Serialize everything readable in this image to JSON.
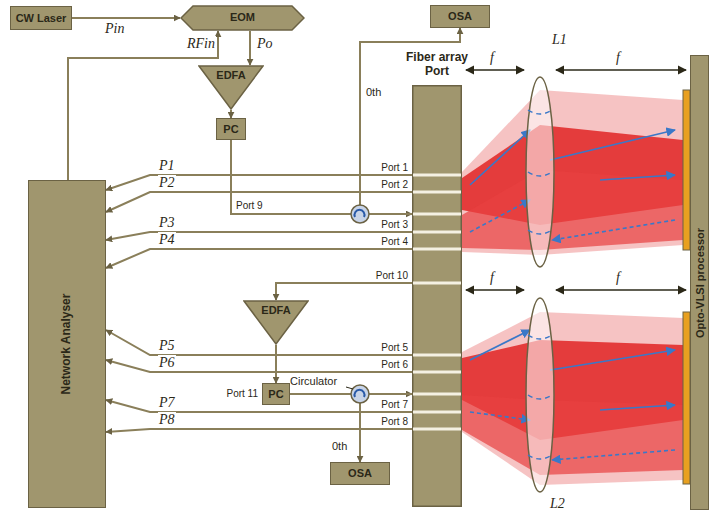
{
  "diagram": {
    "nodes": [
      {
        "text": [
          "CW Laser"
        ]
      },
      {
        "text": [
          "EOM"
        ]
      },
      {
        "text": [
          "OSA"
        ]
      },
      {
        "text": [
          "EDFA"
        ]
      },
      {
        "text": [
          "PC"
        ]
      },
      {
        "text": [
          "Network Analyser"
        ]
      },
      {
        "text": [
          "Fiber array Port"
        ]
      },
      {
        "text": [
          "Opto-VLSI processor"
        ]
      },
      {
        "text": [
          "EDFA"
        ]
      },
      {
        "text": [
          "PC"
        ]
      },
      {
        "text": [
          "OSA"
        ]
      }
    ],
    "edges": [
      {
        "from": 0,
        "to": 1,
        "arrow": "to",
        "label": "Pin"
      },
      {
        "from": 5,
        "to": 1,
        "arrow": "to",
        "label": "RFin"
      },
      {
        "from": 1,
        "to": 3,
        "arrow": "to",
        "label": "Po"
      },
      {
        "from": 3,
        "to": 4,
        "arrow": "to"
      },
      {
        "from": 4,
        "to": 6,
        "arrow": "to"
      },
      {
        "from": 6,
        "to": 2,
        "arrow": "to"
      },
      {
        "from": 6,
        "to": 5,
        "arrow": "to",
        "label": "P1"
      },
      {
        "from": 6,
        "to": 5,
        "arrow": "to",
        "label": "P2"
      },
      {
        "from": 6,
        "to": 5,
        "arrow": "to",
        "label": "P3"
      },
      {
        "from": 6,
        "to": 5,
        "arrow": "to",
        "label": "P4"
      },
      {
        "from": 6,
        "to": 5,
        "arrow": "to",
        "label": "P5"
      },
      {
        "from": 6,
        "to": 5,
        "arrow": "to",
        "label": "P6"
      },
      {
        "from": 6,
        "to": 5,
        "arrow": "to",
        "label": "P7"
      },
      {
        "from": 6,
        "to": 5,
        "arrow": "to",
        "label": "P8"
      },
      {
        "from": 6,
        "to": 8,
        "arrow": "to"
      },
      {
        "from": 8,
        "to": 9,
        "arrow": "to"
      },
      {
        "from": 9,
        "to": 6,
        "arrow": "to"
      },
      {
        "from": 6,
        "to": 10,
        "arrow": "to"
      }
    ],
    "labels": [
      "Port 1",
      "Port 2",
      "Port 9",
      "Port 3",
      "Port 4",
      "Port 10",
      "Port 5",
      "Port 6",
      "Port 11",
      "Port 7",
      "Port 8",
      "0th",
      "0th",
      "Circulator",
      "f",
      "f",
      "f",
      "f",
      "L1",
      "L2"
    ]
  }
}
